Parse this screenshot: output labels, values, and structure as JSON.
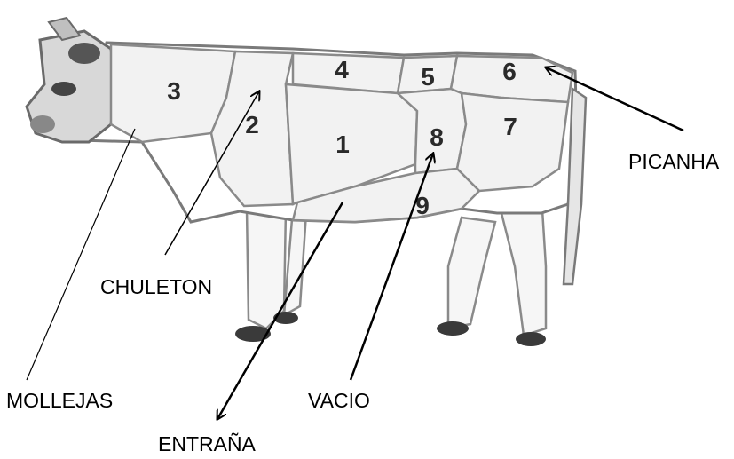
{
  "diagram": {
    "cut_numbers": [
      "1",
      "2",
      "3",
      "4",
      "5",
      "6",
      "7",
      "8",
      "9"
    ],
    "labels": {
      "picanha": "PICANHA",
      "chuleton": "CHULETON",
      "mollejas": "MOLLEJAS",
      "vacio": "VACIO",
      "entrana": "ENTRAÑA"
    },
    "colors": {
      "outline": "#7a7a7a",
      "hoof": "#3a3a3a",
      "arrow": "#000000"
    }
  }
}
